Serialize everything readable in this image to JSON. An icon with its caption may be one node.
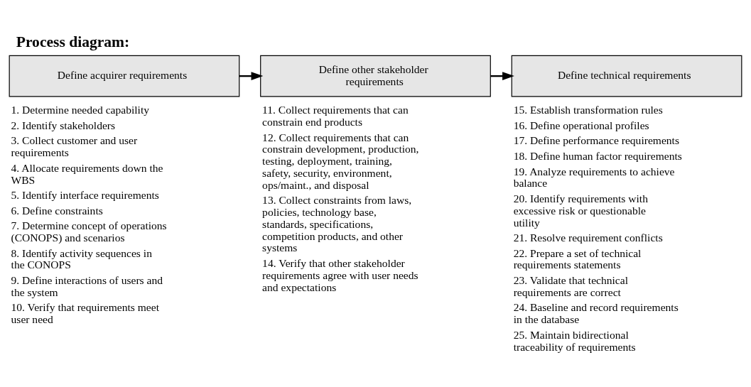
{
  "diagram": {
    "title": "Process diagram:",
    "nodes": [
      {
        "text": [
          "Define acquirer requirements"
        ],
        "beside": [
          "1. Determine needed capability",
          "2. Identify stakeholders",
          "3. Collect customer and user requirements",
          "4. Allocate requirements down the WBS",
          "5. Identify interface requirements",
          "6. Define constraints",
          "7. Determine concept of operations (CONOPS) and scenarios",
          "8. Identify activity sequences in the CONOPS",
          "9. Define interactions of users and the system",
          "10. Verify that requirements meet user need"
        ]
      },
      {
        "text": [
          "Define other stakeholder requirements"
        ],
        "beside": [
          "11. Collect requirements that can constrain end products",
          "12. Collect requirements that can constrain development, production, testing, deployment, training, safety, security, environment, ops/maint., and disposal",
          "13. Collect constraints from laws, policies, technology base, standards, specifications, competition products, and other systems",
          "14. Verify that other stakeholder requirements agree with user needs and expectations"
        ]
      },
      {
        "text": [
          "Define technical requirements"
        ],
        "beside": [
          "15. Establish transformation rules",
          "16. Define operational profiles",
          "17. Define performance requirements",
          "18. Define human factor requirements",
          "19. Analyze requirements to achieve balance",
          "20. Identify requirements with excessive risk or questionable utility",
          "21. Resolve requirement conflicts",
          "22. Prepare a set of technical requirements statements",
          "23. Validate that technical requirements are correct",
          "24. Baseline and record requirements in the database",
          "25. Maintain bidirectional traceability of requirements"
        ]
      }
    ],
    "edges": [
      {
        "from": 0,
        "to": 1,
        "arrow": "to"
      },
      {
        "from": 1,
        "to": 2,
        "arrow": "to"
      }
    ]
  }
}
